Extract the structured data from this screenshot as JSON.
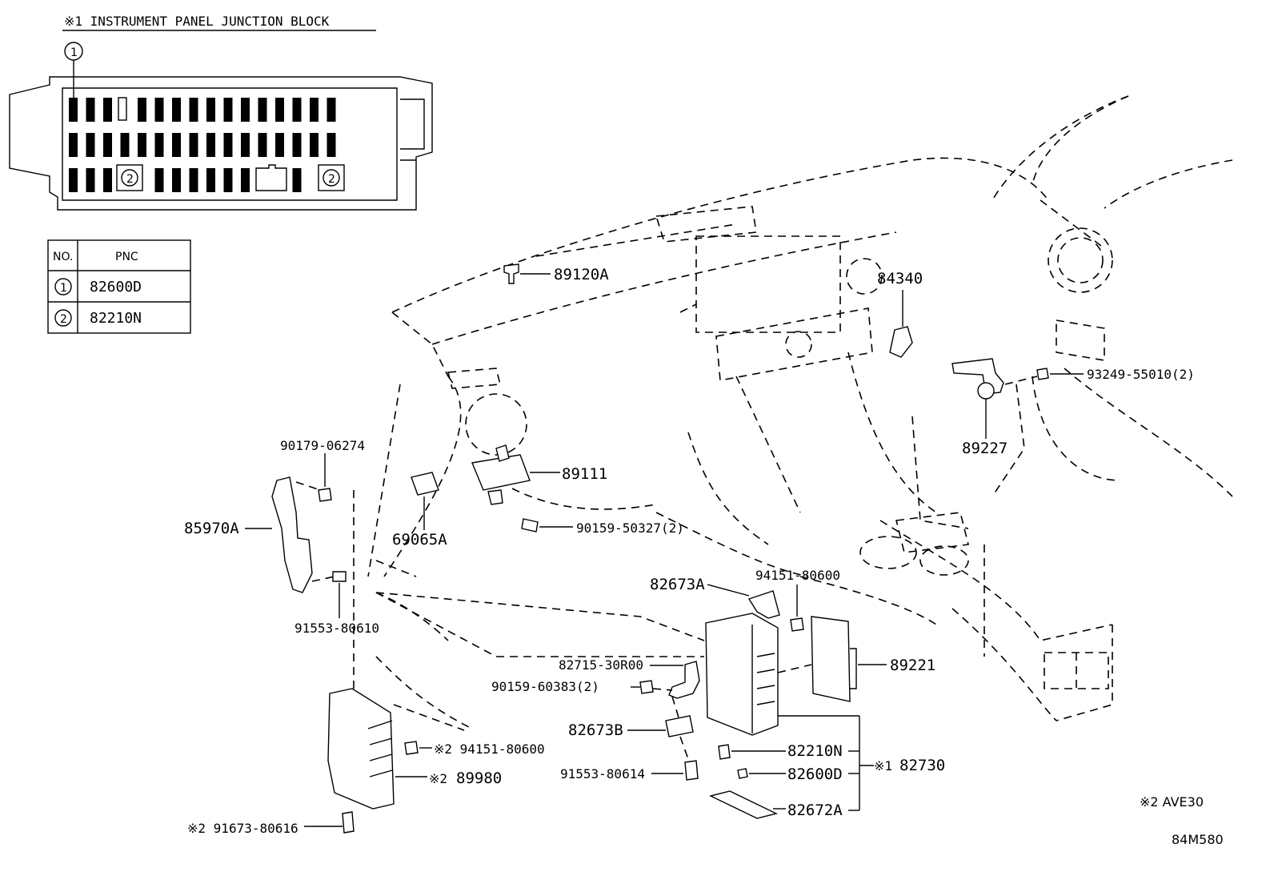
{
  "header": {
    "title": "※1 INSTRUMENT PANEL JUNCTION BLOCK"
  },
  "junction_block": {
    "callout_top": "1",
    "callout_bottom_left": "2",
    "callout_bottom_right": "2"
  },
  "pnc_table": {
    "col_no": "NO.",
    "col_pnc": "PNC",
    "rows": [
      {
        "no": "1",
        "pnc": "82600D"
      },
      {
        "no": "2",
        "pnc": "82210N"
      }
    ]
  },
  "labels": {
    "p89120A": "89120A",
    "p84340": "84340",
    "p93249": "93249-55010(2)",
    "p89227": "89227",
    "p90179": "90179-06274",
    "p85970A": "85970A",
    "p89111": "89111",
    "p69065A": "69065A",
    "p90159a": "90159-50327(2)",
    "p91553a": "91553-80610",
    "p82673A": "82673A",
    "p94151a": "94151-80600",
    "p89221": "89221",
    "p82715": "82715-30R00",
    "p90159b": "90159-60383(2)",
    "p82673B": "82673B",
    "p82210N": "82210N",
    "p82730": "82730",
    "p82730_mark": "※1",
    "p82600D": "82600D",
    "p91553b": "91553-80614",
    "p82672A": "82672A",
    "p94151b": "※2 94151-80600",
    "p89980": "89980",
    "p89980_mark": "※2",
    "p91673": "※2 91673-80616"
  },
  "footnote": {
    "note2": "※2 AVE30",
    "code": "84M580"
  }
}
